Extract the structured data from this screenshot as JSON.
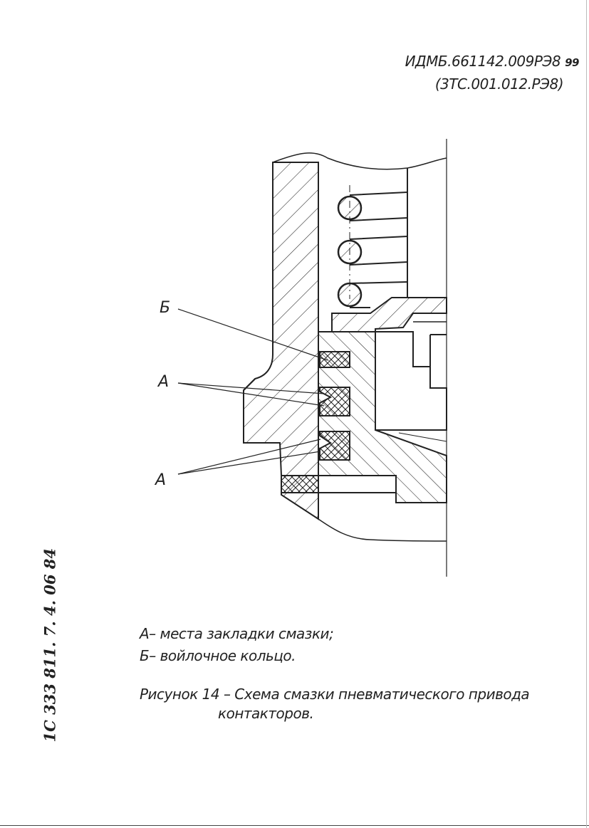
{
  "header": {
    "doc_number": "ИДМБ.661142.009РЭ8",
    "page_number": "99",
    "alt_doc_number": "(3ТС.001.012.РЭ8)"
  },
  "figure": {
    "callouts": {
      "b": "Б",
      "a1": "А",
      "a2": "А"
    }
  },
  "legend": {
    "a": "А– места закладки смазки;",
    "b": "Б– войлочное кольцо."
  },
  "caption": {
    "line1": "Рисунок 14  – Схема смазки пневматического привода",
    "line2": "контакторов."
  },
  "stamp": {
    "text": "1С 333 811.  7. 4. 06 84"
  }
}
